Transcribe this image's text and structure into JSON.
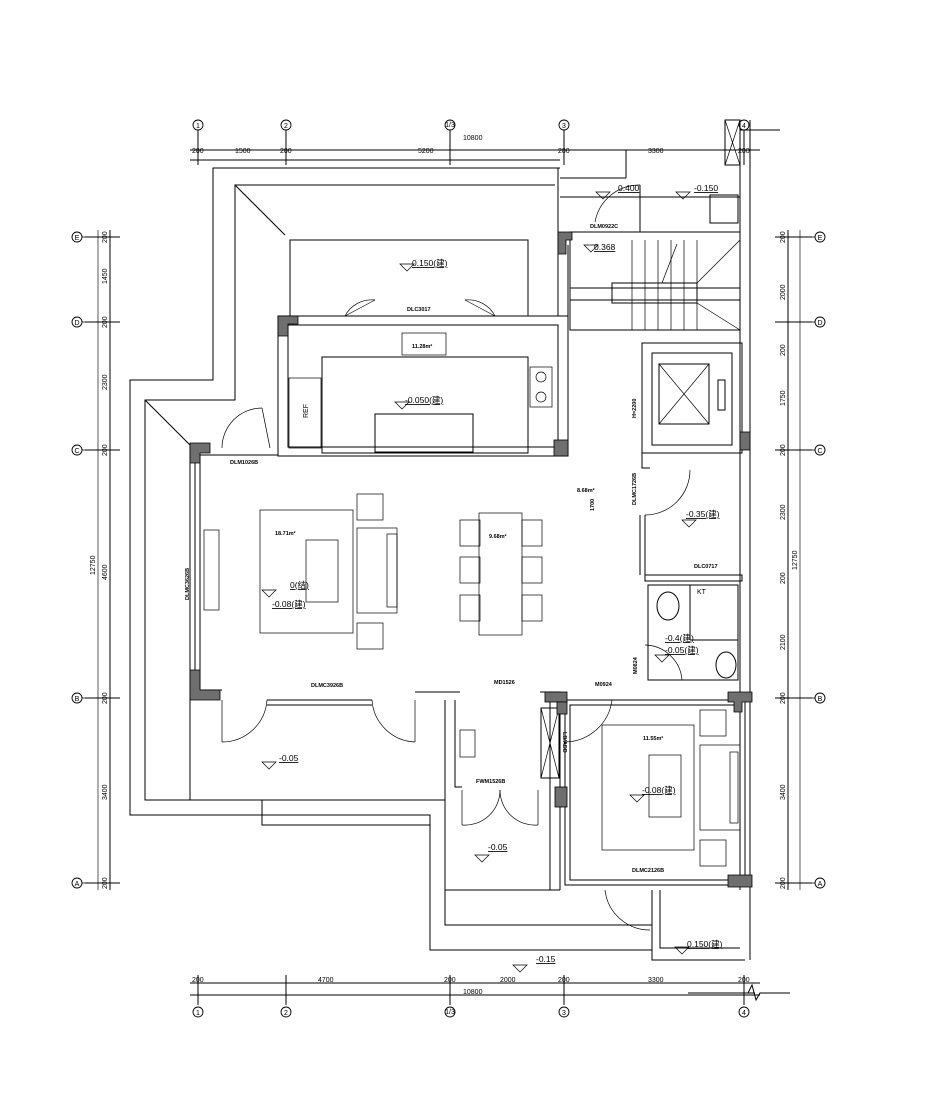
{
  "axes": {
    "vertical": [
      "1",
      "2",
      "1/3",
      "3",
      "4"
    ],
    "horizontal": [
      "E",
      "D",
      "C",
      "B",
      "A"
    ]
  },
  "dims": {
    "top_total": "10800",
    "top": [
      "200",
      "1500",
      "200",
      "5200",
      "200",
      "3300",
      "200"
    ],
    "bottom_total": "10800",
    "bottom": [
      "200",
      "4700",
      "200",
      "2000",
      "200",
      "3300",
      "200"
    ],
    "left_total": "12750",
    "left": [
      "200",
      "1450",
      "200",
      "2300",
      "200",
      "4600",
      "200",
      "3400",
      "200"
    ],
    "right_total": "12750",
    "right": [
      "200",
      "2000",
      "200",
      "1750",
      "200",
      "2300",
      "200",
      "2100",
      "200",
      "3400",
      "200"
    ],
    "toilet_window": "1700"
  },
  "openings": {
    "dlm0922c": "DLM0922C",
    "dlc3017": "DLC3017",
    "dlm1026b": "DLM1026B",
    "dlmc3626b": "DLMC3626B",
    "dlmc3926b": "DLMC3926B",
    "md1526": "MD1526",
    "m0924": "M0924",
    "m0824": "M0824",
    "dlmc1726b": "DLMC1726B",
    "dlc0717": "DLC0717",
    "fwm1526b": "FWM1526B",
    "dlmc2126b": "DLMC2126B"
  },
  "fixtures": {
    "ref": "REF",
    "lb_add": "LB/ADD",
    "elevator_h": "H=2200",
    "kt": "KT"
  },
  "areas": {
    "kitchen": "11.28m²",
    "living": "18.71m²",
    "dining": "9.68m²",
    "hall": "8.68m²",
    "bedroom": "11.55m²"
  },
  "levels": {
    "stair_landing": "0.400",
    "yard_top": "-0.150",
    "stair_entry": "0.368",
    "garden": "0.150(建)",
    "kitchen": "-0.050(建)",
    "living_a": "0(结)",
    "living_b": "-0.08(建)",
    "toilet_corridor": "-0.35(建)",
    "shower": "-0.4(建)",
    "toilet": "-0.05(建)",
    "terrace": "-0.05",
    "entry": "-0.05",
    "ground": "-0.15",
    "bedroom": "-0.08(建)",
    "balcony": "0.150(建)"
  }
}
